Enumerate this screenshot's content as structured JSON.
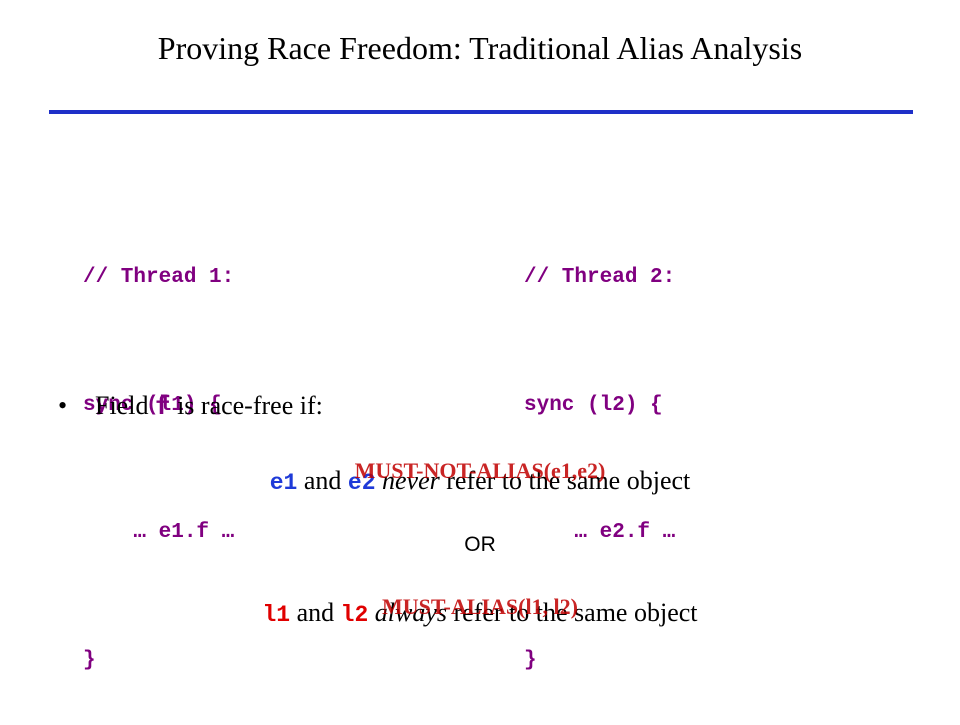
{
  "title": "Proving Race Freedom: Traditional Alias Analysis",
  "thread1": {
    "comment": "// Thread 1:",
    "sync": "sync (l1) {",
    "body": "    … e1.f …",
    "close": "}"
  },
  "thread2": {
    "comment": "// Thread 2:",
    "sync": "sync (l2) {",
    "body": "    … e2.f …",
    "close": "}"
  },
  "bullet": {
    "symbol": "•",
    "prefix": "Field ",
    "field": "f",
    "suffix": " is race-free if:"
  },
  "condition1": {
    "e1": "e1",
    "and": " and ",
    "e2": "e2",
    "never": " never",
    "rest": " refer to the same object",
    "overlay": "MUST-NOT-ALIAS(e1,e2)"
  },
  "or_label": "OR",
  "condition2": {
    "l1": "l1",
    "and": " and ",
    "l2": "l2",
    "always": " always",
    "rest": " refer to the same object",
    "overlay": "MUST-ALIAS(l1, l2)"
  }
}
